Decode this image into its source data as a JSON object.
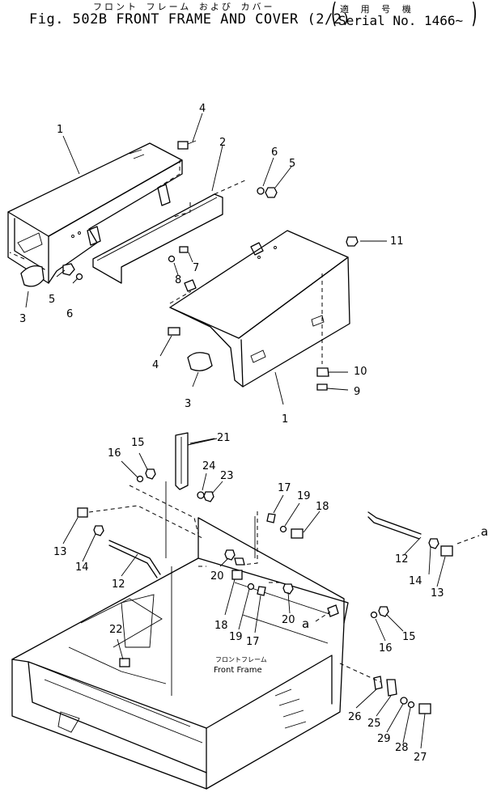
{
  "header": {
    "title_ja": "フロント フレーム および カバー",
    "title_en": "Fig. 502B FRONT FRAME AND COVER (2/2)",
    "serial_ja": "適 用 号 機",
    "serial_en": "Serial No. 1466~"
  },
  "labels": {
    "p1a": "1",
    "p2": "2",
    "p4a": "4",
    "p6a": "6",
    "p5a": "5",
    "p11": "11",
    "p7": "7",
    "p8": "8",
    "p5b": "5",
    "p6b": "6",
    "p3a": "3",
    "p4b": "4",
    "p3b": "3",
    "p10": "10",
    "p9": "9",
    "p1b": "1",
    "p21": "21",
    "p15a": "15",
    "p16a": "16",
    "p24": "24",
    "p23": "23",
    "p17a": "17",
    "p19a": "19",
    "p18a": "18",
    "p13a": "13",
    "p14a": "14",
    "p12a": "12",
    "p20a": "20",
    "p12b": "12",
    "p14b": "14",
    "p13b": "13",
    "pa1": "a",
    "p18b": "18",
    "p19b": "19",
    "p17b": "17",
    "p20b": "20",
    "pa2": "a",
    "p16b": "16",
    "p15b": "15",
    "p22": "22",
    "p26": "26",
    "p25": "25",
    "p29": "29",
    "p28": "28",
    "p27": "27",
    "front_frame_ja": "フロントフレーム",
    "front_frame_en": "Front Frame"
  }
}
